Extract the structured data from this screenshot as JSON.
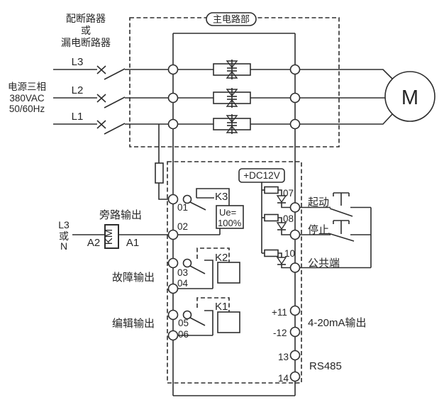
{
  "diagram": {
    "breaker_note": {
      "line1": "配断路器",
      "line2": "或",
      "line3": "漏电断路器"
    },
    "source_note": {
      "line1": "电源三相",
      "line2": "380VAC",
      "line3": "50/60Hz"
    },
    "phases": {
      "l3": "L3",
      "l2": "L2",
      "l1": "L1"
    },
    "main_circuit_title": "主电路部",
    "motor_label": "M",
    "km": {
      "label": "KM",
      "a1": "A1",
      "a2": "A2",
      "src1": "L3",
      "src2": "或",
      "src3": "N"
    },
    "outputs": {
      "bypass": "旁路输出",
      "fault": "故障输出",
      "program": "编辑输出",
      "t01": "01",
      "t02": "02",
      "t03": "03",
      "t04": "04",
      "t05": "05",
      "t06": "06",
      "k3": "K3",
      "k2": "K2",
      "k1": "K1",
      "ue_line1": "Ue=",
      "ue_line2": "100%"
    },
    "inputs": {
      "dc12v": "+DC12V",
      "t07": "07",
      "t08": "08",
      "t10": "10",
      "start": "起动",
      "stop": "停止",
      "common": "公共端"
    },
    "comms": {
      "t11": "+11",
      "t12": "-12",
      "t13": "13",
      "t14": "14",
      "analog": "4-20mA输出",
      "rs485": "RS485"
    }
  }
}
